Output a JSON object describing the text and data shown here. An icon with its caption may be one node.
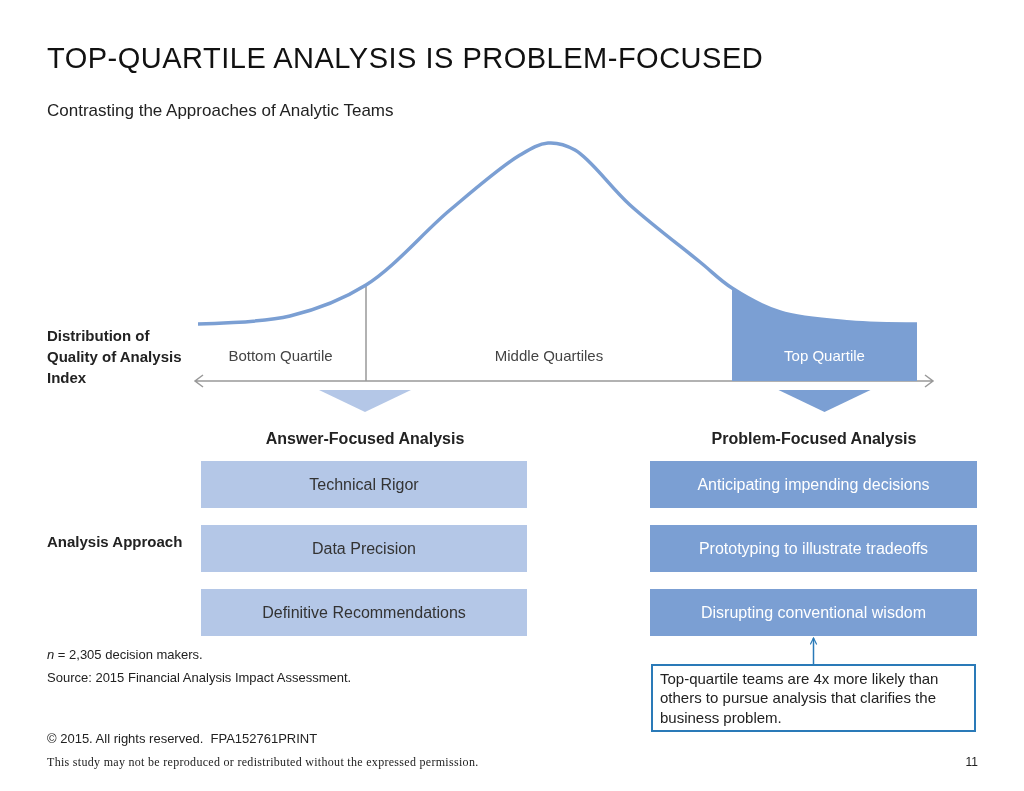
{
  "diagram": {
    "title": "TOP-QUARTILE ANALYSIS IS PROBLEM-FOCUSED",
    "nodes": [
      {
        "text": [
          "Bottom Quartile"
        ]
      },
      {
        "text": [
          "Middle Quartiles"
        ]
      },
      {
        "text": [
          "Top Quartile"
        ]
      },
      {
        "text": [
          "Answer-Focused Analysis"
        ]
      },
      {
        "text": [
          "Problem-Focused Analysis"
        ]
      },
      {
        "text": [
          "Technical Rigor"
        ]
      },
      {
        "text": [
          "Data Precision"
        ]
      },
      {
        "text": [
          "Definitive Recommendations"
        ]
      },
      {
        "text": [
          "Anticipating impending decisions"
        ]
      },
      {
        "text": [
          "Prototyping to illustrate tradeoffs"
        ]
      },
      {
        "text": [
          "Disrupting conventional wisdom"
        ]
      },
      {
        "text": [
          "Top-quartile teams are 4x more likely than others to pursue analysis that clarifies the business problem."
        ]
      }
    ],
    "edges": [
      {
        "from": null,
        "to": 3,
        "arrow": "to",
        "color": "#b4c7e7"
      },
      {
        "from": 2,
        "to": 4,
        "arrow": "to",
        "color": "#7b9fd3"
      },
      {
        "from": 11,
        "to": 10,
        "arrow": "to",
        "color": "#2a7ab8"
      }
    ],
    "labels": [
      "Contrasting the Approaches of Analytic Teams",
      "Distribution of Quality of Analysis Index",
      "Analysis Approach",
      "*n* = 2,305 decision makers.",
      "Source: 2015 Financial Analysis Impact Assessment.",
      "© 2015. All rights reserved.  FPA152761PRINT",
      "This study may not be reproduced or redistributed without the expressed permission.",
      "11"
    ]
  }
}
